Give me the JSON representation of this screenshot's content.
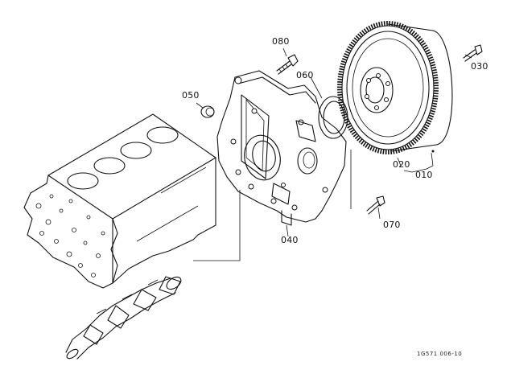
{
  "labels": {
    "p010": "010",
    "p020": "020",
    "p030": "030",
    "p040": "040",
    "p050": "050",
    "p060": "060",
    "p070": "070",
    "p080": "080"
  },
  "drawing_code": "1G571 006-10"
}
